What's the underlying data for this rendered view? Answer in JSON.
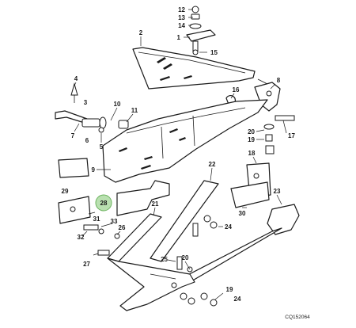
{
  "callouts": [
    "12",
    "13",
    "14",
    "1",
    "2",
    "15",
    "8",
    "16",
    "4",
    "10",
    "11",
    "7",
    "6",
    "5",
    "3",
    "9",
    "18",
    "20",
    "19",
    "17",
    "22",
    "29",
    "28",
    "21",
    "23",
    "31",
    "33",
    "32",
    "26",
    "30",
    "24",
    "25",
    "27",
    "20b",
    "19b",
    "24b"
  ],
  "labels": {
    "12": "12",
    "13": "13",
    "14": "14",
    "1": "1",
    "2": "2",
    "15": "15",
    "8": "8",
    "16": "16",
    "4": "4",
    "10": "10",
    "11": "11",
    "7": "7",
    "6": "6",
    "5": "5",
    "3": "3",
    "9": "9",
    "18": "18",
    "20": "20",
    "19": "19",
    "17": "17",
    "22": "22",
    "29": "29",
    "28": "28",
    "21": "21",
    "23": "23",
    "31": "31",
    "33": "33",
    "32": "32",
    "26": "26",
    "30": "30",
    "24": "24",
    "25": "25",
    "27": "27",
    "20b": "20",
    "19b": "19",
    "24b": "24"
  },
  "highlighted_callout": "28",
  "drawing_code": "CQ152064",
  "colors": {
    "line": "#1a1a1a",
    "highlight_fill": "#b9e0b0",
    "highlight_stroke": "#6bb35e"
  }
}
